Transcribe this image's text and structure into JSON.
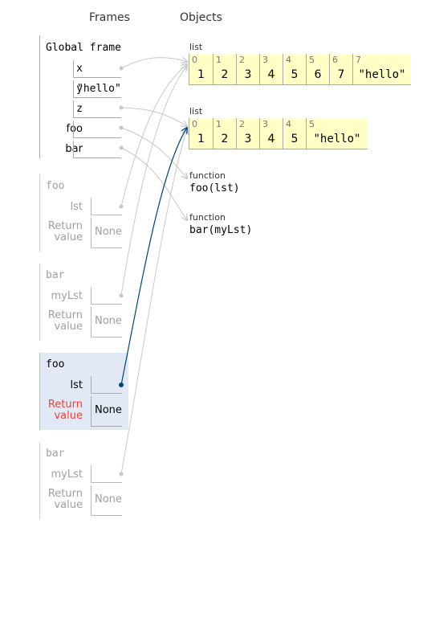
{
  "headers": {
    "frames": "Frames",
    "objects": "Objects"
  },
  "global_frame": {
    "title": "Global frame",
    "vars": [
      {
        "name": "x",
        "value": ""
      },
      {
        "name": "y",
        "value": "\"hello\""
      },
      {
        "name": "z",
        "value": ""
      },
      {
        "name": "foo",
        "value": ""
      },
      {
        "name": "bar",
        "value": ""
      }
    ]
  },
  "frames": [
    {
      "title": "foo",
      "var_name": "lst",
      "return_label": "Return value",
      "return_value": "None"
    },
    {
      "title": "bar",
      "var_name": "myLst",
      "return_label": "Return value",
      "return_value": "None"
    },
    {
      "title": "foo",
      "var_name": "lst",
      "return_label": "Return value",
      "return_value": "None"
    },
    {
      "title": "bar",
      "var_name": "myLst",
      "return_label": "Return value",
      "return_value": "None"
    }
  ],
  "objects": {
    "list1": {
      "type_label": "list",
      "items": [
        {
          "index": "0",
          "value": "1"
        },
        {
          "index": "1",
          "value": "2"
        },
        {
          "index": "2",
          "value": "3"
        },
        {
          "index": "3",
          "value": "4"
        },
        {
          "index": "4",
          "value": "5"
        },
        {
          "index": "5",
          "value": "6"
        },
        {
          "index": "6",
          "value": "7"
        },
        {
          "index": "7",
          "value": "\"hello\""
        }
      ]
    },
    "list2": {
      "type_label": "list",
      "items": [
        {
          "index": "0",
          "value": "1"
        },
        {
          "index": "1",
          "value": "2"
        },
        {
          "index": "2",
          "value": "3"
        },
        {
          "index": "3",
          "value": "4"
        },
        {
          "index": "4",
          "value": "5"
        },
        {
          "index": "5",
          "value": "\"hello\""
        }
      ]
    },
    "func_foo": {
      "type_label": "function",
      "signature": "foo(lst)"
    },
    "func_bar": {
      "type_label": "function",
      "signature": "bar(myLst)"
    }
  },
  "colors": {
    "active_arrow": "#004878",
    "faded_arrow": "#c8c8c8",
    "active_frame_bg": "#e2e9f4",
    "list_bg": "#ffffc6",
    "return_label": "#e0463c"
  }
}
